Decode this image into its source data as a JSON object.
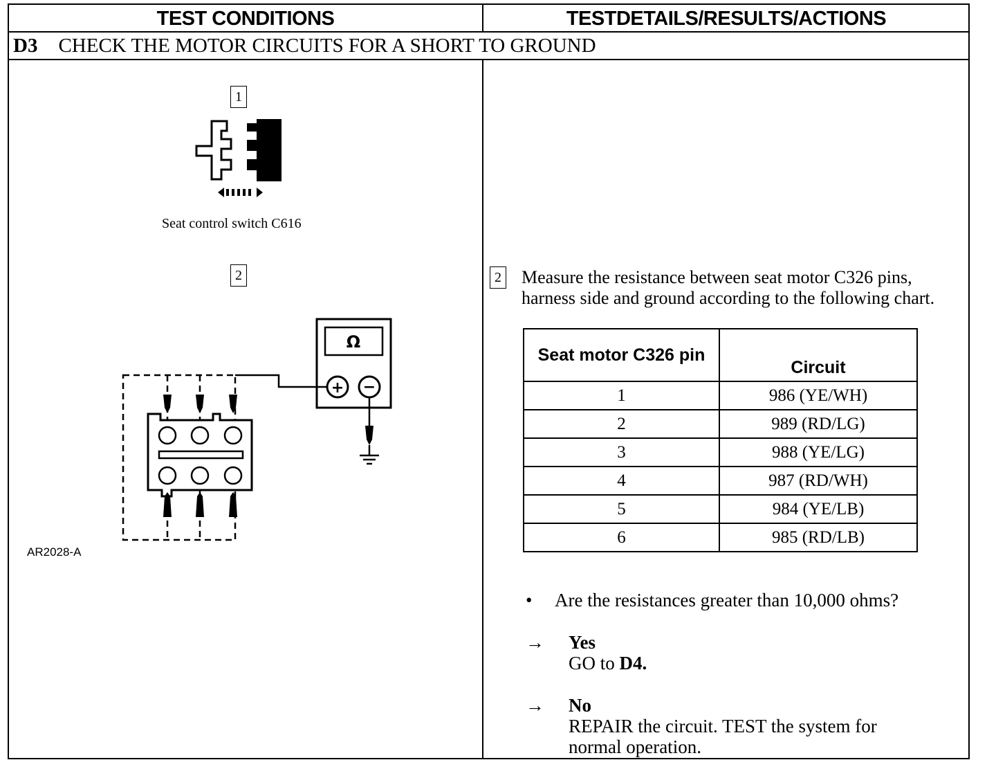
{
  "header": {
    "left_title": "TEST CONDITIONS",
    "right_title": "TESTDETAILS/RESULTS/ACTIONS"
  },
  "step": {
    "id": "D3",
    "title": "CHECK THE MOTOR CIRCUITS FOR A SHORT TO GROUND"
  },
  "left": {
    "box1": "1",
    "caption1": "Seat control switch C616",
    "box2": "2",
    "meter_symbol": "Ω",
    "plus": "+",
    "minus": "−",
    "figure_id": "AR2028-A"
  },
  "right": {
    "box": "2",
    "instruction": "Measure the resistance between seat motor C326 pins, harness side and ground according to the following chart.",
    "table": {
      "col1": "Seat motor C326 pin",
      "col2": "Circuit",
      "rows": [
        {
          "pin": "1",
          "circuit": "986 (YE/WH)"
        },
        {
          "pin": "2",
          "circuit": "989 (RD/LG)"
        },
        {
          "pin": "3",
          "circuit": "988 (YE/LG)"
        },
        {
          "pin": "4",
          "circuit": "987 (RD/WH)"
        },
        {
          "pin": "5",
          "circuit": "984 (YE/LB)"
        },
        {
          "pin": "6",
          "circuit": "985 (RD/LB)"
        }
      ]
    },
    "bullet": "•",
    "question": "Are the resistances greater than 10,000 ohms?",
    "arrow": "→",
    "yes_label": "Yes",
    "yes_action_pre": "GO to ",
    "yes_action_target": "D4.",
    "no_label": "No",
    "no_action": "REPAIR the circuit. TEST the system for normal operation."
  }
}
